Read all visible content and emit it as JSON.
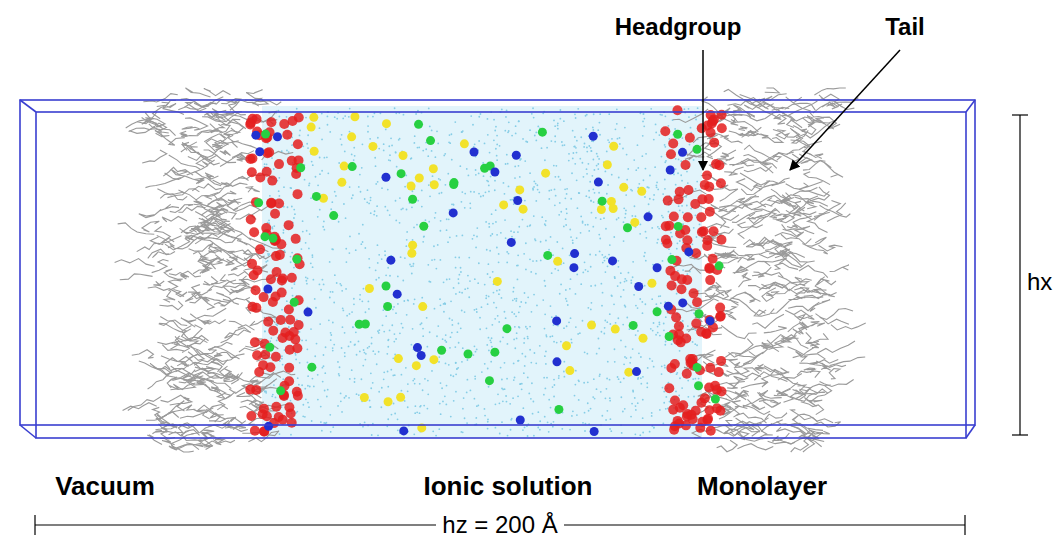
{
  "diagram": {
    "labels": [
      "Headgroup",
      "Tail",
      "hx",
      "Vacuum",
      "Ionic solution",
      "Monolayer",
      "hz = 200 Å"
    ]
  }
}
